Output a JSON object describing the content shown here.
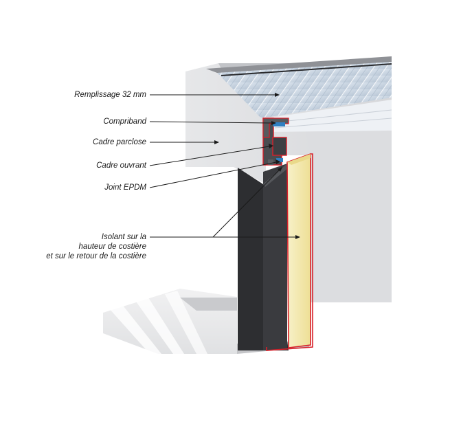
{
  "diagram": {
    "labels": {
      "remplissage": "Remplissage 32 mm",
      "compriband": "Compriband",
      "cadre_parclose": "Cadre parclose",
      "cadre_ouvrant": "Cadre ouvrant",
      "joint_epdm": "Joint EPDM",
      "isolant_line1": "Isolant sur la",
      "isolant_line2": "hauteur de costière",
      "isolant_line3": "et sur le retour de la costière"
    },
    "colors": {
      "panel_grey": "#d9dadd",
      "dark_upstand": "#2c2d30",
      "insulation": "#f3e9b0",
      "red_outline": "#d8202a",
      "glazing": "#c8d6e6",
      "roof_deck": "#e7e8ea"
    }
  }
}
